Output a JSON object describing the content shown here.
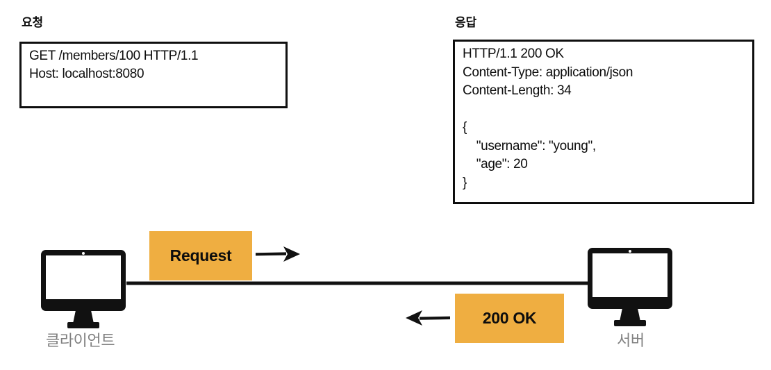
{
  "diagram": {
    "title_request": "요청",
    "title_response": "응답",
    "request_message": "GET /members/100 HTTP/1.1\nHost: localhost:8080",
    "response_message": "HTTP/1.1 200 OK\nContent-Type: application/json\nContent-Length: 34\n\n{\n    \"username\": \"young\",\n    \"age\": 20\n}",
    "nodes": {
      "client_label": "클라이언트",
      "server_label": "서버"
    },
    "tags": {
      "request": "Request",
      "response": "200 OK"
    },
    "colors": {
      "accent_orange": "#efae41",
      "ink": "#111111",
      "label_gray": "#808080",
      "background": "#ffffff"
    }
  }
}
